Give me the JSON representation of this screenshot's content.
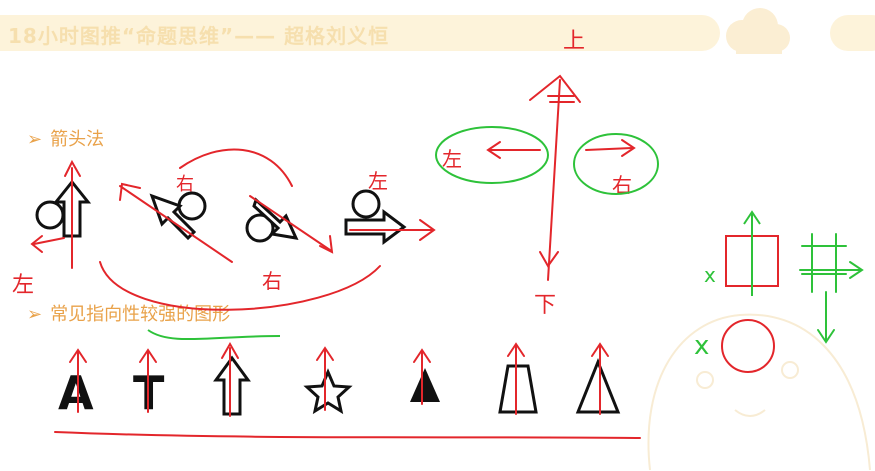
{
  "banner": {
    "title": "18小时图推“命题思维”—— 超格刘义恒"
  },
  "sections": [
    {
      "bullet": "➢",
      "label": "箭头法"
    },
    {
      "bullet": "➢",
      "label": "常见指向性较强的图形"
    }
  ],
  "shape_letters": [
    "A",
    "T"
  ],
  "annotations": {
    "up": "上",
    "down": "下",
    "left": "左",
    "right": "右",
    "cross": "x"
  },
  "colors": {
    "banner": "#fdf3da",
    "banner_text": "#f6dfae",
    "section_text": "#e9a24a",
    "ink_red": "#e3262b",
    "ink_green": "#2ec23a",
    "shape_black": "#111111"
  }
}
